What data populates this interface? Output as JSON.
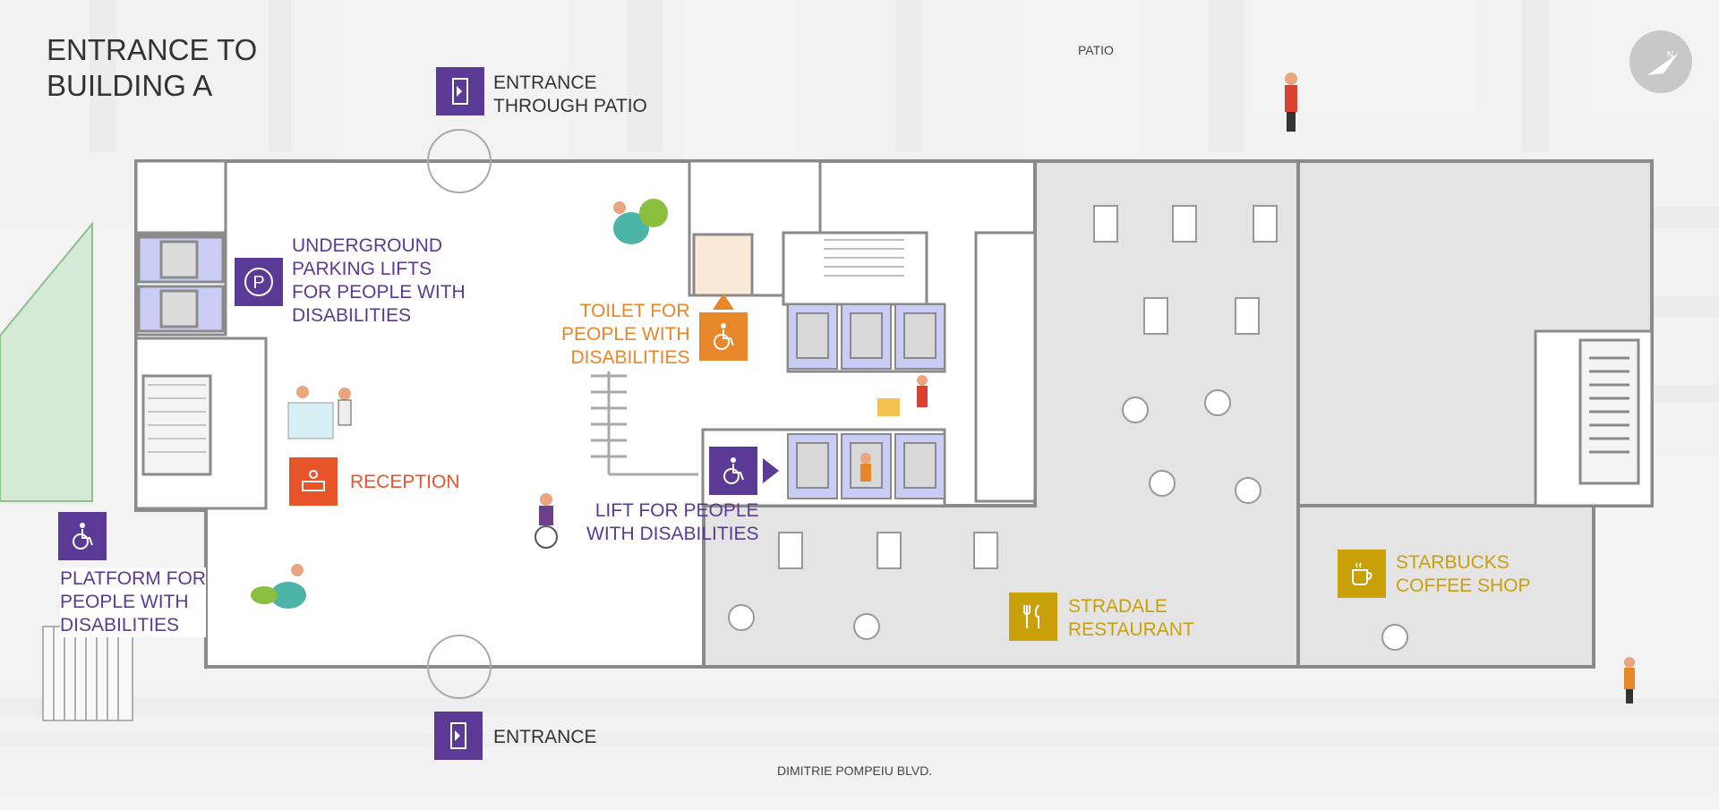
{
  "title": "ENTRANCE TO\nBUILDING A",
  "streets": {
    "patio": "PATIO",
    "boulevard": "DIMITRIE POMPEIU BLVD."
  },
  "labels": {
    "entrance_patio": "ENTRANCE\nTHROUGH PATIO",
    "parking_lifts": "UNDERGROUND\nPARKING LIFTS\nFOR PEOPLE WITH\nDISABILITIES",
    "toilet": "TOILET FOR\nPEOPLE WITH\nDISABILITIES",
    "reception": "RECEPTION",
    "lift": "LIFT FOR PEOPLE\nWITH DISABILITIES",
    "platform": "PLATFORM FOR\nPEOPLE WITH\nDISABILITIES",
    "restaurant": "STRADALE\nRESTAURANT",
    "coffee": "STARBUCKS\nCOFFEE SHOP",
    "entrance": "ENTRANCE"
  },
  "icons": {
    "entrance_patio": "entrance-door-icon",
    "parking": "parking-icon",
    "toilet": "wheelchair-icon",
    "reception": "reception-desk-icon",
    "lift": "wheelchair-icon",
    "platform": "wheelchair-icon",
    "restaurant": "fork-knife-icon",
    "coffee": "coffee-cup-icon",
    "entrance": "entrance-door-icon",
    "compass": "compass-icon"
  },
  "colors": {
    "purple": "#5b3a96",
    "orange": "#e8862a",
    "reception_red": "#e8542a",
    "gold": "#c9a00a",
    "lift_blue": "#c9cdf5",
    "floor_gray": "#e4e4e4",
    "wall": "#8a8a8a",
    "park_green": "#d5ead5"
  }
}
